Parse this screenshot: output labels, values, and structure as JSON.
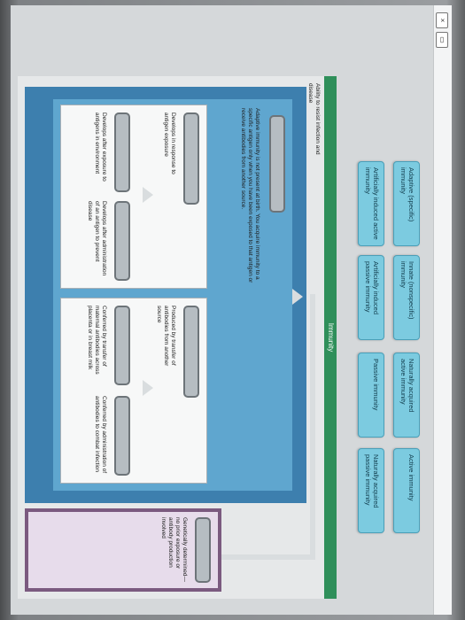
{
  "chips": [
    {
      "id": "adaptive",
      "label": "Adaptive (specific) immunity"
    },
    {
      "id": "innate",
      "label": "Innate (nonspecific) immunity"
    },
    {
      "id": "naturally_active",
      "label": "Naturally acquired active immunity"
    },
    {
      "id": "active",
      "label": "Active immunity"
    },
    {
      "id": "artificial_active",
      "label": "Artificially induced active immunity"
    },
    {
      "id": "artificial_passive",
      "label": "Artificially induced passive immunity"
    },
    {
      "id": "passive",
      "label": "Passive immunity"
    },
    {
      "id": "naturally_passive",
      "label": "Naturally acquired passive immunity"
    }
  ],
  "diagram": {
    "header": "Immunity",
    "root_text": "Ability to resist infection and disease",
    "adaptive_desc": "Adaptive immunity is not present at birth. You acquire immunity to a specific antigen only when you have been exposed to that antigen or receive antibodies from another source.",
    "active_desc": "Develops in response to antigen exposure",
    "passive_desc": "Produced by transfer of antibodies from another source",
    "innate_desc": "Genetically determined— no prior exposure or antibody production involved",
    "leaf_nat_active": "Develops after exposure to antigens in environment",
    "leaf_art_active": "Develops after administration of an antigen to prevent disease",
    "leaf_nat_passive": "Conferred by transfer of maternal antibodies across placenta or in breast milk",
    "leaf_art_passive": "Conferred by administration of antibodies to combat infection"
  }
}
